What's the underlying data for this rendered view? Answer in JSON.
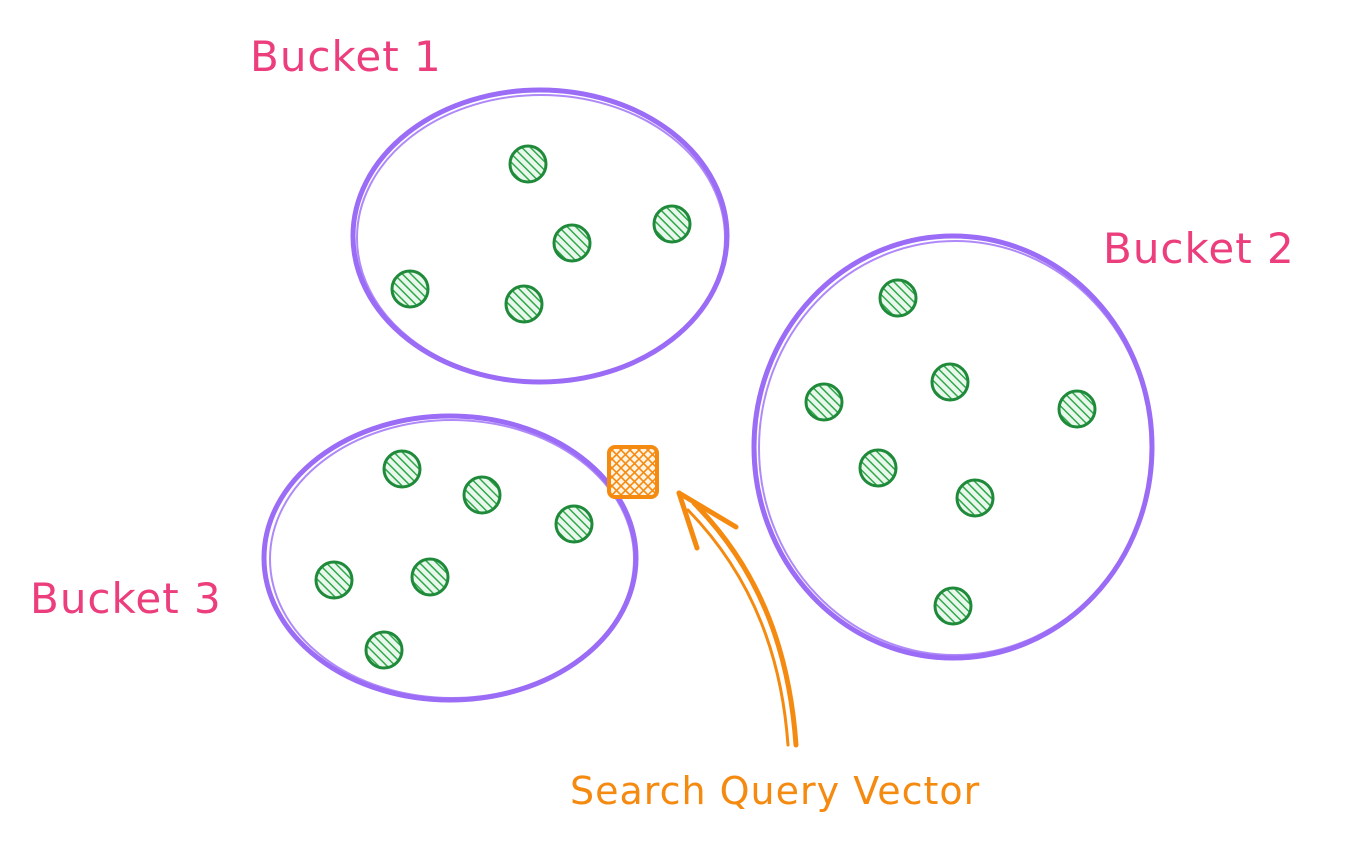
{
  "labels": {
    "bucket_1": "Bucket 1",
    "bucket_2": "Bucket 2",
    "bucket_3": "Bucket 3",
    "query": "Search Query Vector"
  },
  "colors": {
    "bucket_outline": "#9b6cf5",
    "label_pink": "#ec3d7c",
    "vector_fill": "#2fa84a",
    "vector_stroke": "#1e8a3a",
    "query": "#f58a10"
  },
  "buckets": [
    {
      "name": "bucket-1",
      "vector_count": 5
    },
    {
      "name": "bucket-2",
      "vector_count": 7
    },
    {
      "name": "bucket-3",
      "vector_count": 6
    }
  ]
}
